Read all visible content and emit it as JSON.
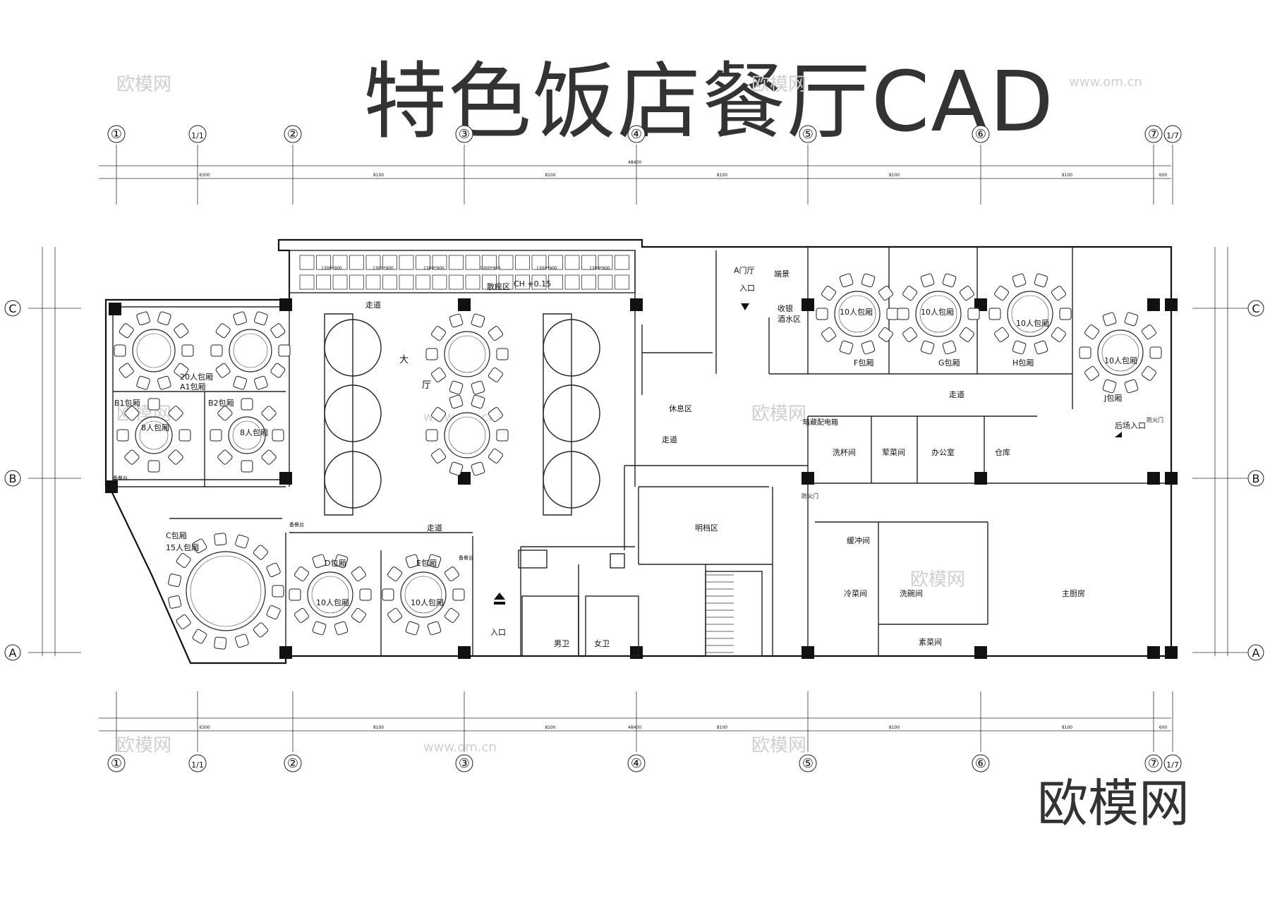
{
  "title": "特色饭店餐厅CAD",
  "brand": "欧模网",
  "watermarks": [
    "欧模网",
    "www.om.cn"
  ],
  "grid_top": [
    "①",
    "1/1",
    "②",
    "③",
    "④",
    "⑤",
    "⑥",
    "⑦",
    "1/7"
  ],
  "grid_side": [
    "C",
    "B",
    "A"
  ],
  "dims_horizontal": [
    "6300",
    "8100",
    "8100",
    "8100",
    "8100",
    "8100",
    "600"
  ],
  "dim_total": "48400",
  "rooms": {
    "a_hall": "A门厅",
    "a_entry": "入口",
    "scenery": "端景",
    "cashier1": "收银",
    "cashier2": "酒水区",
    "corridor": "走道",
    "hall": "大",
    "hall2": "厅",
    "booth": "散座区",
    "ch": "CH +0.15",
    "lounge": "休息区",
    "a1_1": "20人包厢",
    "a1_2": "A1包厢",
    "b1": "B1包厢",
    "b1n": "8人包厢",
    "b2": "B2包厢",
    "b2n": "8人包厢",
    "c1": "C包厢",
    "c2": "15人包厢",
    "d": "D包厢",
    "e": "E包厢",
    "ten": "10人包厢",
    "f": "F包厢",
    "g": "G包厢",
    "h": "H包厢",
    "j": "J包厢",
    "entry": "入口",
    "men": "男卫",
    "women": "女卫",
    "open_kitchen": "明档区",
    "dark_box": "暗藏配电箱",
    "cup_wash": "洗杯间",
    "veg": "荤菜间",
    "office": "办公室",
    "store": "仓库",
    "back_entry": "后场入口",
    "fire_door": "防火门",
    "buffer": "缓冲间",
    "cold": "冷菜间",
    "dish": "洗碗间",
    "main_kitchen": "主厨房",
    "veg2": "素菜间",
    "prep": "备餐台",
    "booth_size": "1300*900"
  }
}
